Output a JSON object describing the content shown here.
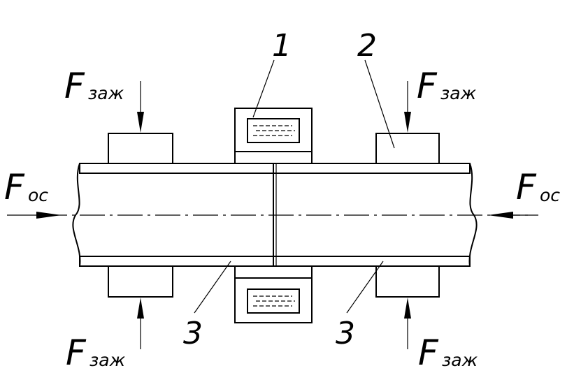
{
  "labels": {
    "force_main": "F",
    "clamp_sub": "заж",
    "axial_sub": "ос",
    "part_1": "1",
    "part_2": "2",
    "part_3": "3"
  },
  "colors": {
    "ink": "#000000",
    "background": "#ffffff"
  }
}
